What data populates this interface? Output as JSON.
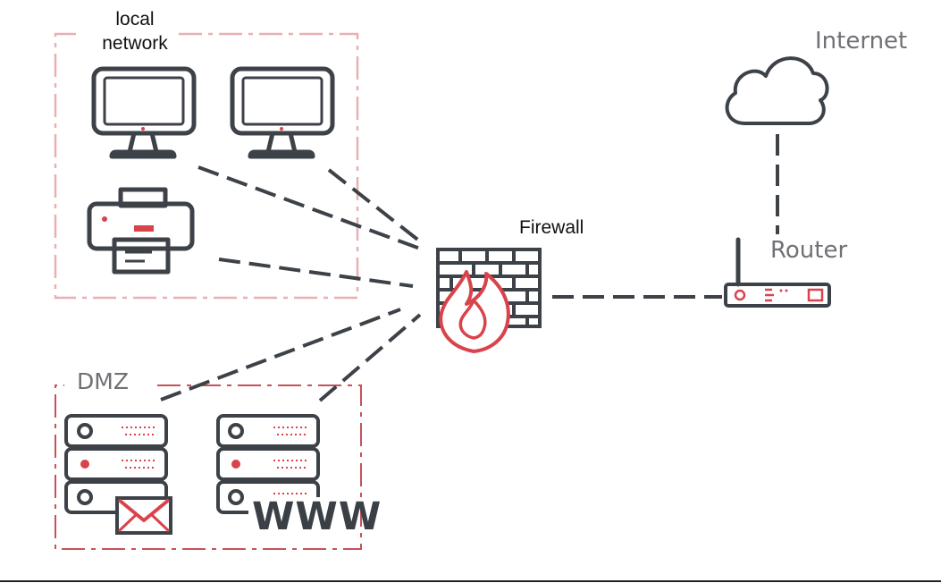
{
  "labels": {
    "local_network_line1": "local",
    "local_network_line2": "network",
    "firewall": "Firewall",
    "internet": "Internet",
    "router": "Router",
    "dmz": "DMZ",
    "www": "WWW"
  },
  "colors": {
    "accent_red": "#d9434b",
    "zone_local": "#e9b0b4",
    "zone_dmz": "#c65259",
    "device_stroke": "#3c4248",
    "connector": "#3c4248",
    "label_gray": "#6f7175"
  },
  "icons": [
    "monitor-icon",
    "monitor-icon",
    "printer-icon",
    "firewall-icon",
    "cloud-icon",
    "router-icon",
    "server-rack-icon",
    "mail-icon",
    "server-rack-icon"
  ]
}
